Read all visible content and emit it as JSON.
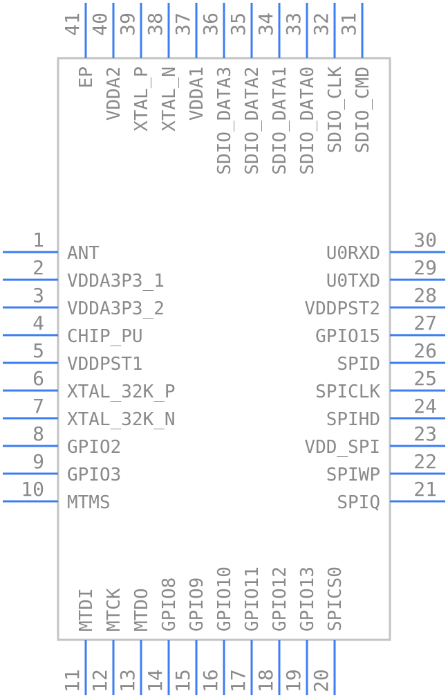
{
  "component": {
    "left_pins": [
      {
        "number": "1",
        "name": "ANT"
      },
      {
        "number": "2",
        "name": "VDDA3P3_1"
      },
      {
        "number": "3",
        "name": "VDDA3P3_2"
      },
      {
        "number": "4",
        "name": "CHIP_PU"
      },
      {
        "number": "5",
        "name": "VDDPST1"
      },
      {
        "number": "6",
        "name": "XTAL_32K_P"
      },
      {
        "number": "7",
        "name": "XTAL_32K_N"
      },
      {
        "number": "8",
        "name": "GPIO2"
      },
      {
        "number": "9",
        "name": "GPIO3"
      },
      {
        "number": "10",
        "name": "MTMS"
      }
    ],
    "right_pins": [
      {
        "number": "30",
        "name": "U0RXD"
      },
      {
        "number": "29",
        "name": "U0TXD"
      },
      {
        "number": "28",
        "name": "VDDPST2"
      },
      {
        "number": "27",
        "name": "GPIO15"
      },
      {
        "number": "26",
        "name": "SPID"
      },
      {
        "number": "25",
        "name": "SPICLK"
      },
      {
        "number": "24",
        "name": "SPIHD"
      },
      {
        "number": "23",
        "name": "VDD_SPI"
      },
      {
        "number": "22",
        "name": "SPIWP"
      },
      {
        "number": "21",
        "name": "SPIQ"
      }
    ],
    "bottom_pins": [
      {
        "number": "11",
        "name": "MTDI"
      },
      {
        "number": "12",
        "name": "MTCK"
      },
      {
        "number": "13",
        "name": "MTDO"
      },
      {
        "number": "14",
        "name": "GPIO8"
      },
      {
        "number": "15",
        "name": "GPIO9"
      },
      {
        "number": "16",
        "name": "GPIO10"
      },
      {
        "number": "17",
        "name": "GPIO11"
      },
      {
        "number": "18",
        "name": "GPIO12"
      },
      {
        "number": "19",
        "name": "GPIO13"
      },
      {
        "number": "20",
        "name": "SPICS0"
      }
    ],
    "top_pins": [
      {
        "number": "41",
        "name": "EP"
      },
      {
        "number": "40",
        "name": "VDDA2"
      },
      {
        "number": "39",
        "name": "XTAL_P"
      },
      {
        "number": "38",
        "name": "XTAL_N"
      },
      {
        "number": "37",
        "name": "VDDA1"
      },
      {
        "number": "36",
        "name": "SDIO_DATA3"
      },
      {
        "number": "35",
        "name": "SDIO_DATA2"
      },
      {
        "number": "34",
        "name": "SDIO_DATA1"
      },
      {
        "number": "33",
        "name": "SDIO_DATA0"
      },
      {
        "number": "32",
        "name": "SDIO_CLK"
      },
      {
        "number": "31",
        "name": "SDIO_CMD"
      }
    ],
    "colors": {
      "pin": "#3d7ef2",
      "outline": "#c4c4c4",
      "text": "#8a8a8a"
    }
  }
}
